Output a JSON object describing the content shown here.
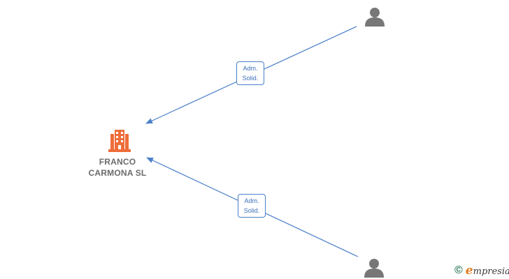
{
  "company": {
    "line1": "FRANCO",
    "line2": "CARMONA  SL",
    "icon": "building-icon",
    "color": "#ef6d3b"
  },
  "persons": [
    {
      "icon": "person-icon",
      "color": "#777777"
    },
    {
      "icon": "person-icon",
      "color": "#777777"
    }
  ],
  "relations": [
    {
      "line1": "Adm.",
      "line2": "Solid."
    },
    {
      "line1": "Adm.",
      "line2": "Solid."
    }
  ],
  "colors": {
    "edge": "#4a7fc9"
  },
  "brand": {
    "copyright": "©",
    "initial": "e",
    "rest": "mpresia"
  }
}
